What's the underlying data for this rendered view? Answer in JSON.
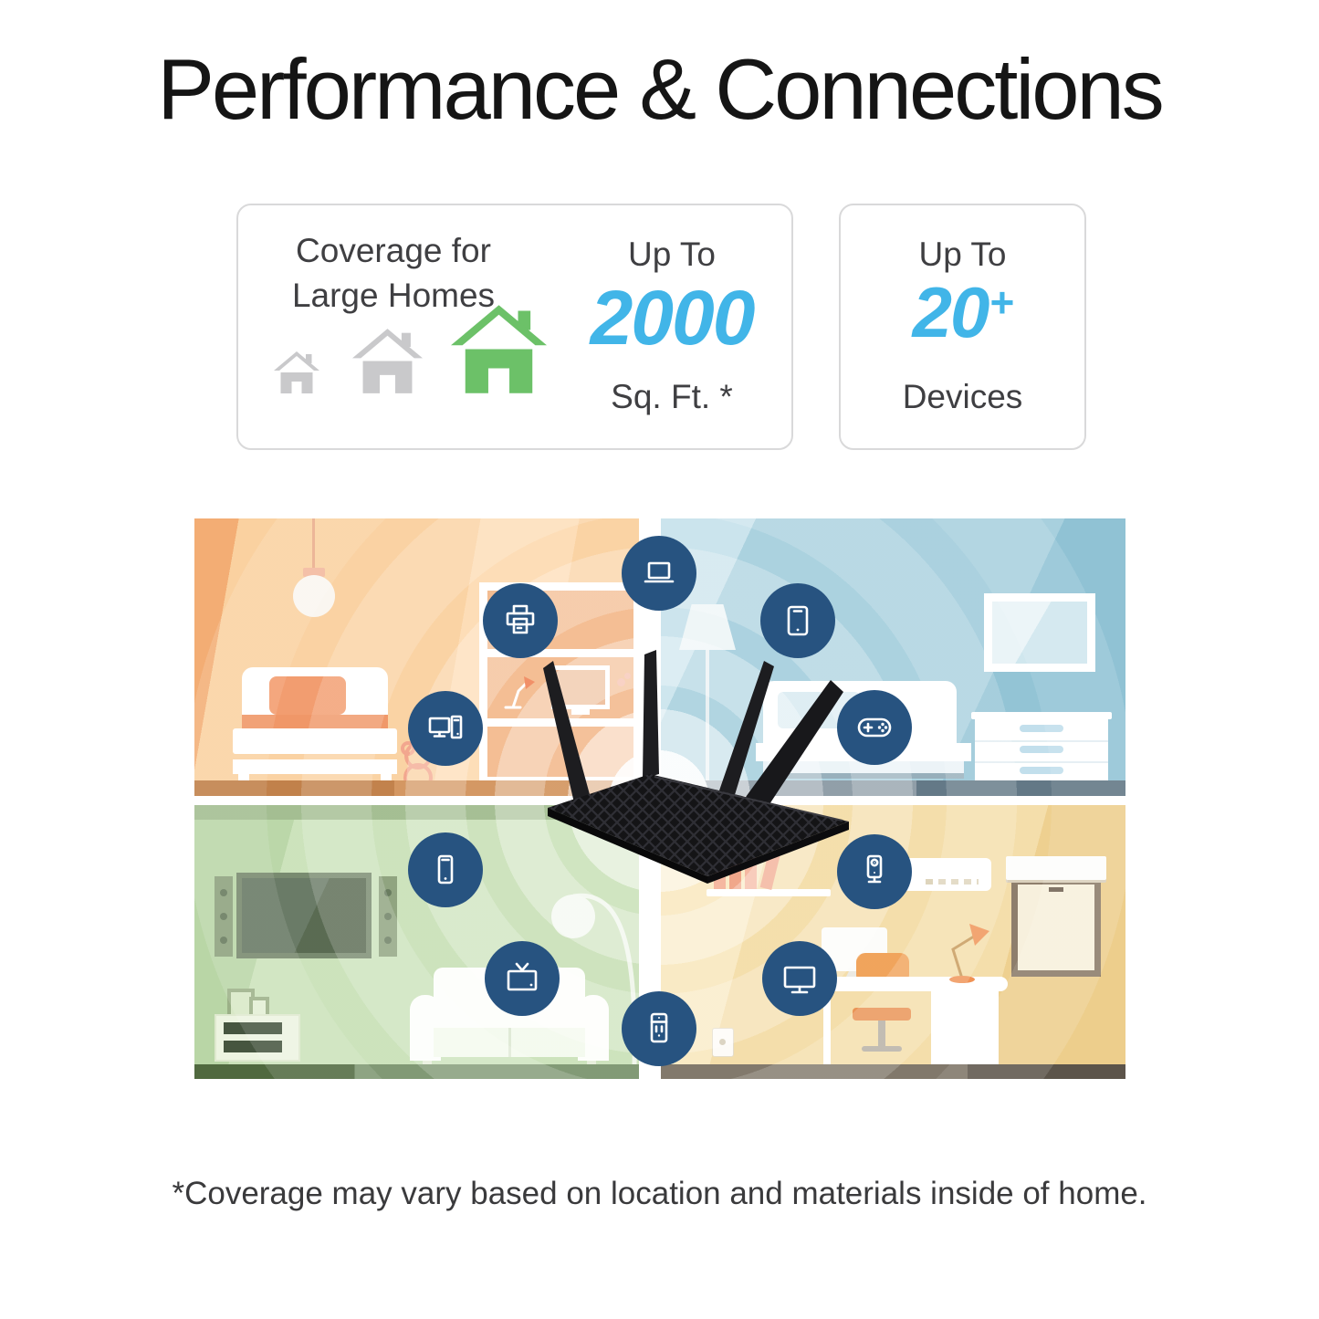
{
  "title": "Performance & Connections",
  "footnote": "*Coverage may vary based on location and materials inside of home.",
  "colors": {
    "accent_blue": "#41b5e8",
    "device_badge": "#275380",
    "house_gray": "#c9c9cb",
    "house_green": "#6cc168"
  },
  "cards": {
    "coverage": {
      "label_line1": "Coverage for",
      "label_line2": "Large Homes",
      "up_to": "Up To",
      "value": "2000",
      "unit": "Sq. Ft. *",
      "houses": [
        "small-gray-house",
        "medium-gray-house",
        "large-green-house"
      ]
    },
    "devices": {
      "up_to": "Up To",
      "value": "20",
      "plus": "+",
      "label": "Devices"
    }
  },
  "illustration": {
    "rooms": [
      {
        "name": "bedroom-orange",
        "color": "#fad1a0"
      },
      {
        "name": "bedroom-blue",
        "color": "#a8d0de"
      },
      {
        "name": "living-room-green",
        "color": "#cbe2ba"
      },
      {
        "name": "home-office-yellow",
        "color": "#f4dda8"
      }
    ],
    "router": {
      "name": "wifi-router",
      "antennas": 4
    },
    "connected_devices": [
      "laptop",
      "printer",
      "tablet",
      "desktop-computer",
      "game-controller",
      "smartphone",
      "security-camera",
      "smart-tv",
      "computer-monitor",
      "smart-plug"
    ]
  }
}
